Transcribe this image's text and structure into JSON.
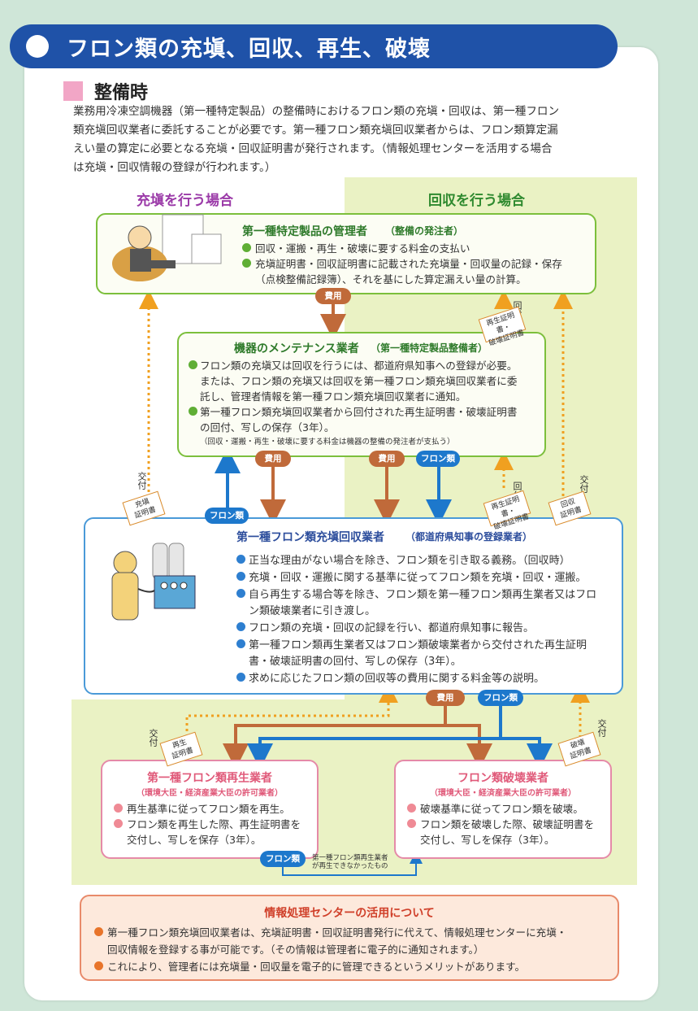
{
  "title": "フロン類の充塡、回収、再生、破壊",
  "section": {
    "heading": "整備時",
    "intro": [
      "業務用冷凍空調機器（第一種特定製品）の整備時におけるフロン類の充塡・回収は、第一種フロン",
      "類充塡回収業者に委託することが必要です。第一種フロン類充塡回収業者からは、フロン類算定漏",
      "えい量の算定に必要となる充塡・回収証明書が発行されます。（情報処理センターを活用する場合",
      "は充塡・回収情報の登録が行われます。）"
    ]
  },
  "columns": {
    "fill": "充塡を行う場合",
    "recover": "回収を行う場合"
  },
  "owner": {
    "title": "第一種特定製品の管理者",
    "subtitle": "（整備の発注者）",
    "lines": [
      "回収・運搬・再生・破壊に要する料金の支払い",
      "充塡証明書・回収証明書に記載された充塡量・回収量の記録・保存",
      "（点検整備記録簿）、それを基にした算定漏えい量の計算。"
    ]
  },
  "maintenance": {
    "title": "機器のメンテナンス業者",
    "subtitle": "（第一種特定製品整備者）",
    "lines": [
      "フロン類の充塡又は回収を行うには、都道府県知事への登録が必要。",
      "または、フロン類の充塡又は回収を第一種フロン類充塡回収業者に委",
      "託し、管理者情報を第一種フロン類充塡回収業者に通知。",
      "第一種フロン類充塡回収業者から回付された再生証明書・破壊証明書",
      "の回付、写しの保存（3年）。",
      "（回収・運搬・再生・破壊に要する料金は機器の整備の発注者が支払う）"
    ]
  },
  "recovery": {
    "title": "第一種フロン類充塡回収業者",
    "subtitle": "（都道府県知事の登録業者）",
    "lines": [
      "正当な理由がない場合を除き、フロン類を引き取る義務。（回収時）",
      "充塡・回収・運搬に関する基準に従ってフロン類を充塡・回収・運搬。",
      "自ら再生する場合等を除き、フロン類を第一種フロン類再生業者又はフロ",
      "ン類破壊業者に引き渡し。",
      "フロン類の充塡・回収の記録を行い、都道府県知事に報告。",
      "第一種フロン類再生業者又はフロン類破壊業者から交付された再生証明",
      "書・破壊証明書の回付、写しの保存（3年）。",
      "求めに応じたフロン類の回収等の費用に関する料金等の説明。"
    ]
  },
  "regen": {
    "title": "第一種フロン類再生業者",
    "subtitle": "（環境大臣・経済産業大臣の許可業者）",
    "lines": [
      "再生基準に従ってフロン類を再生。",
      "フロン類を再生した際、再生証明書を",
      "交付し、写しを保存（3年）。"
    ]
  },
  "destroy": {
    "title": "フロン類破壊業者",
    "subtitle": "（環境大臣・経済産業大臣の許可業者）",
    "lines": [
      "破壊基準に従ってフロン類を破壊。",
      "フロン類を破壊した際、破壊証明書を",
      "交付し、写しを保存（3年）。"
    ]
  },
  "info": {
    "title": "情報処理センターの活用について",
    "lines": [
      "第一種フロン類充塡回収業者は、充塡証明書・回収証明書発行に代えて、情報処理センターに充塡・",
      "回収情報を登録する事が可能です。（その情報は管理者に電子的に通知されます。）",
      "これにより、管理者には充塡量・回収量を電子的に管理できるというメリットがあります。"
    ]
  },
  "labels": {
    "fee": "費用",
    "freon": "フロン類",
    "kaifu": "回付",
    "koufu": "交付",
    "fill_cert": [
      "充塡",
      "証明書"
    ],
    "recover_cert": [
      "回収",
      "証明書"
    ],
    "regen_destroy_cert": [
      "再生証明書・",
      "破壊証明書"
    ],
    "regen_cert": [
      "再生",
      "証明書"
    ],
    "destroy_cert": [
      "破壊",
      "証明書"
    ],
    "unrecyclable": [
      "第一種フロン類再生業者",
      "が再生できなかったもの"
    ]
  },
  "colors": {
    "title_bar": "#1f52a8",
    "green_border": "#7cbf3c",
    "blue_border": "#4a9ad8",
    "pink_border": "#e58aa8",
    "fee_arrow": "#c06a3a",
    "freon_arrow": "#1d78cc",
    "cert_arrow": "#f0a020"
  }
}
